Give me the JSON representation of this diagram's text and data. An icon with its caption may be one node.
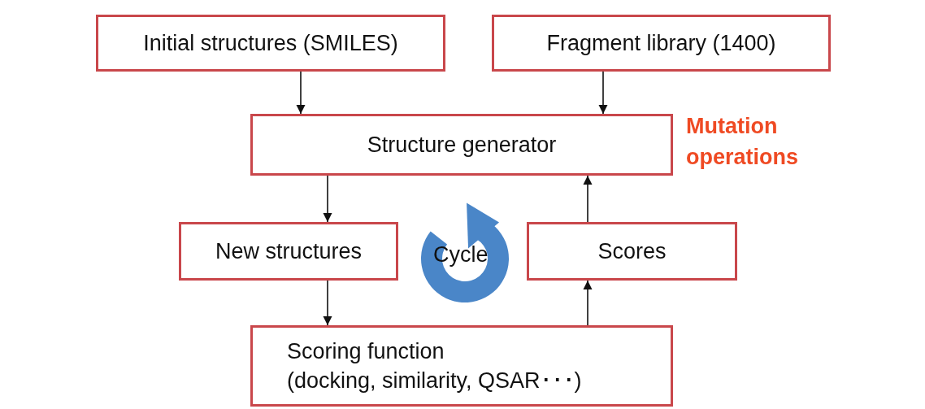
{
  "diagram": {
    "nodes": [
      {
        "text": [
          "Initial structures (SMILES)"
        ]
      },
      {
        "text": [
          "Fragment library (1400)"
        ]
      },
      {
        "text": [
          "Structure generator"
        ],
        "beside": [
          "Mutation operations"
        ]
      },
      {
        "text": [
          "New structures"
        ]
      },
      {
        "text": [
          "Scores"
        ]
      },
      {
        "text": [
          "Scoring function",
          "(docking, similarity, QSAR･･･)"
        ]
      }
    ],
    "edges": [
      {
        "from": 0,
        "to": 2,
        "arrow": "to"
      },
      {
        "from": 1,
        "to": 2,
        "arrow": "to"
      },
      {
        "from": 2,
        "to": 3,
        "arrow": "to"
      },
      {
        "from": 3,
        "to": 5,
        "arrow": "to"
      },
      {
        "from": 5,
        "to": 4,
        "arrow": "to"
      },
      {
        "from": 4,
        "to": 2,
        "arrow": "to"
      }
    ],
    "labels": [
      "Cycle"
    ]
  }
}
